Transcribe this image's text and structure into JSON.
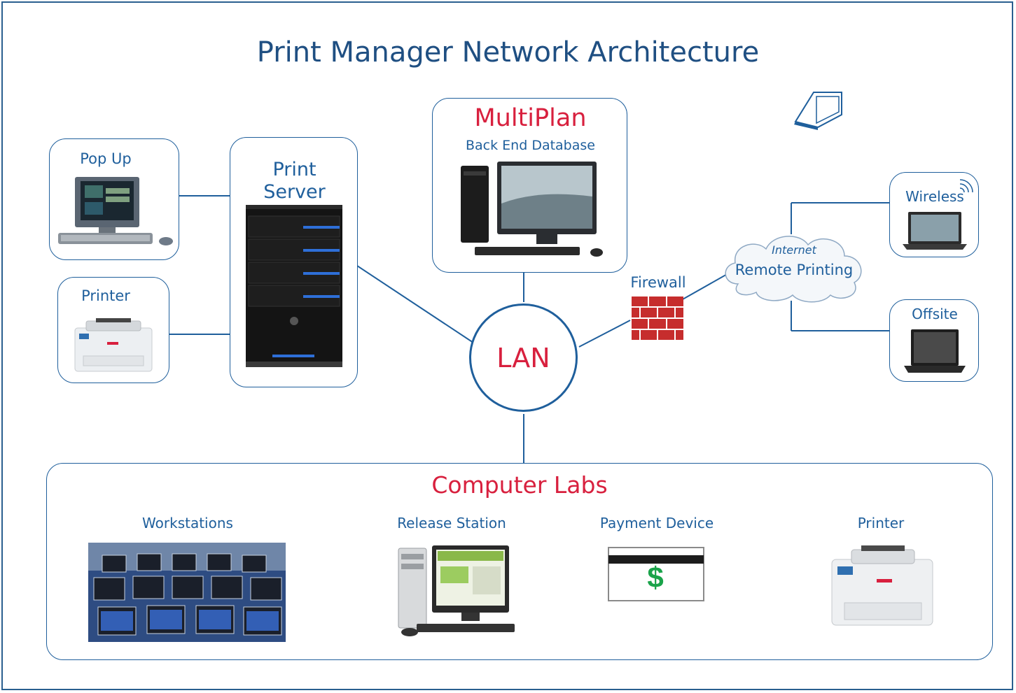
{
  "title": "Print Manager Network Architecture",
  "nodes": {
    "popup": "Pop Up",
    "printer_left": "Printer",
    "print_server_line1": "Print",
    "print_server_line2": "Server",
    "multiplan_title": "MultiPlan",
    "multiplan_subtitle": "Back End Database",
    "lan": "LAN",
    "firewall": "Firewall",
    "cloud_line1": "Internet",
    "cloud_line2": "Remote Printing",
    "wireless": "Wireless",
    "offsite": "Offsite"
  },
  "labs": {
    "title": "Computer Labs",
    "workstations": "Workstations",
    "release_station": "Release Station",
    "payment_device": "Payment Device",
    "printer": "Printer",
    "payment_symbol": "$"
  },
  "colors": {
    "line": "#1f5f9c",
    "accent_red": "#d8203e",
    "title_blue": "#1f4f82",
    "money_green": "#1aa34a"
  }
}
